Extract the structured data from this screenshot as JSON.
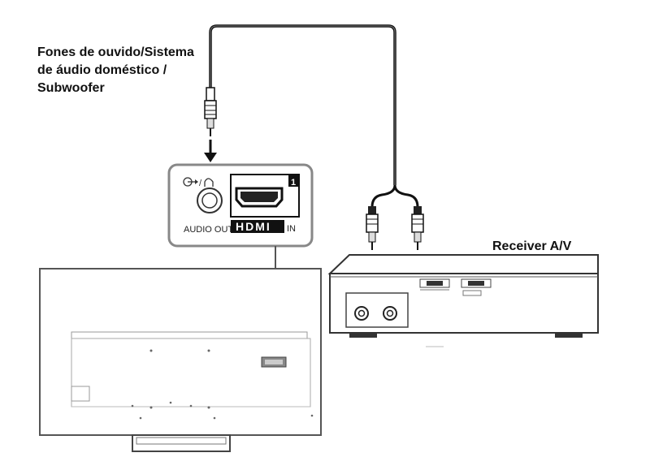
{
  "headphone_label": {
    "line1": "Fones de ouvido/Sistema",
    "line2": "de áudio doméstico /",
    "line3": "Subwoofer"
  },
  "receiver_label": "Receiver A/V",
  "connector_panel": {
    "audio_out_label": "AUDIO OUT",
    "hdmi_logo": "HDMI",
    "hdmi_in_label": "IN",
    "port_number": "1"
  },
  "icons": [
    "headphone-output-icon",
    "hdmi-logo-icon",
    "arrow-down-icon"
  ]
}
